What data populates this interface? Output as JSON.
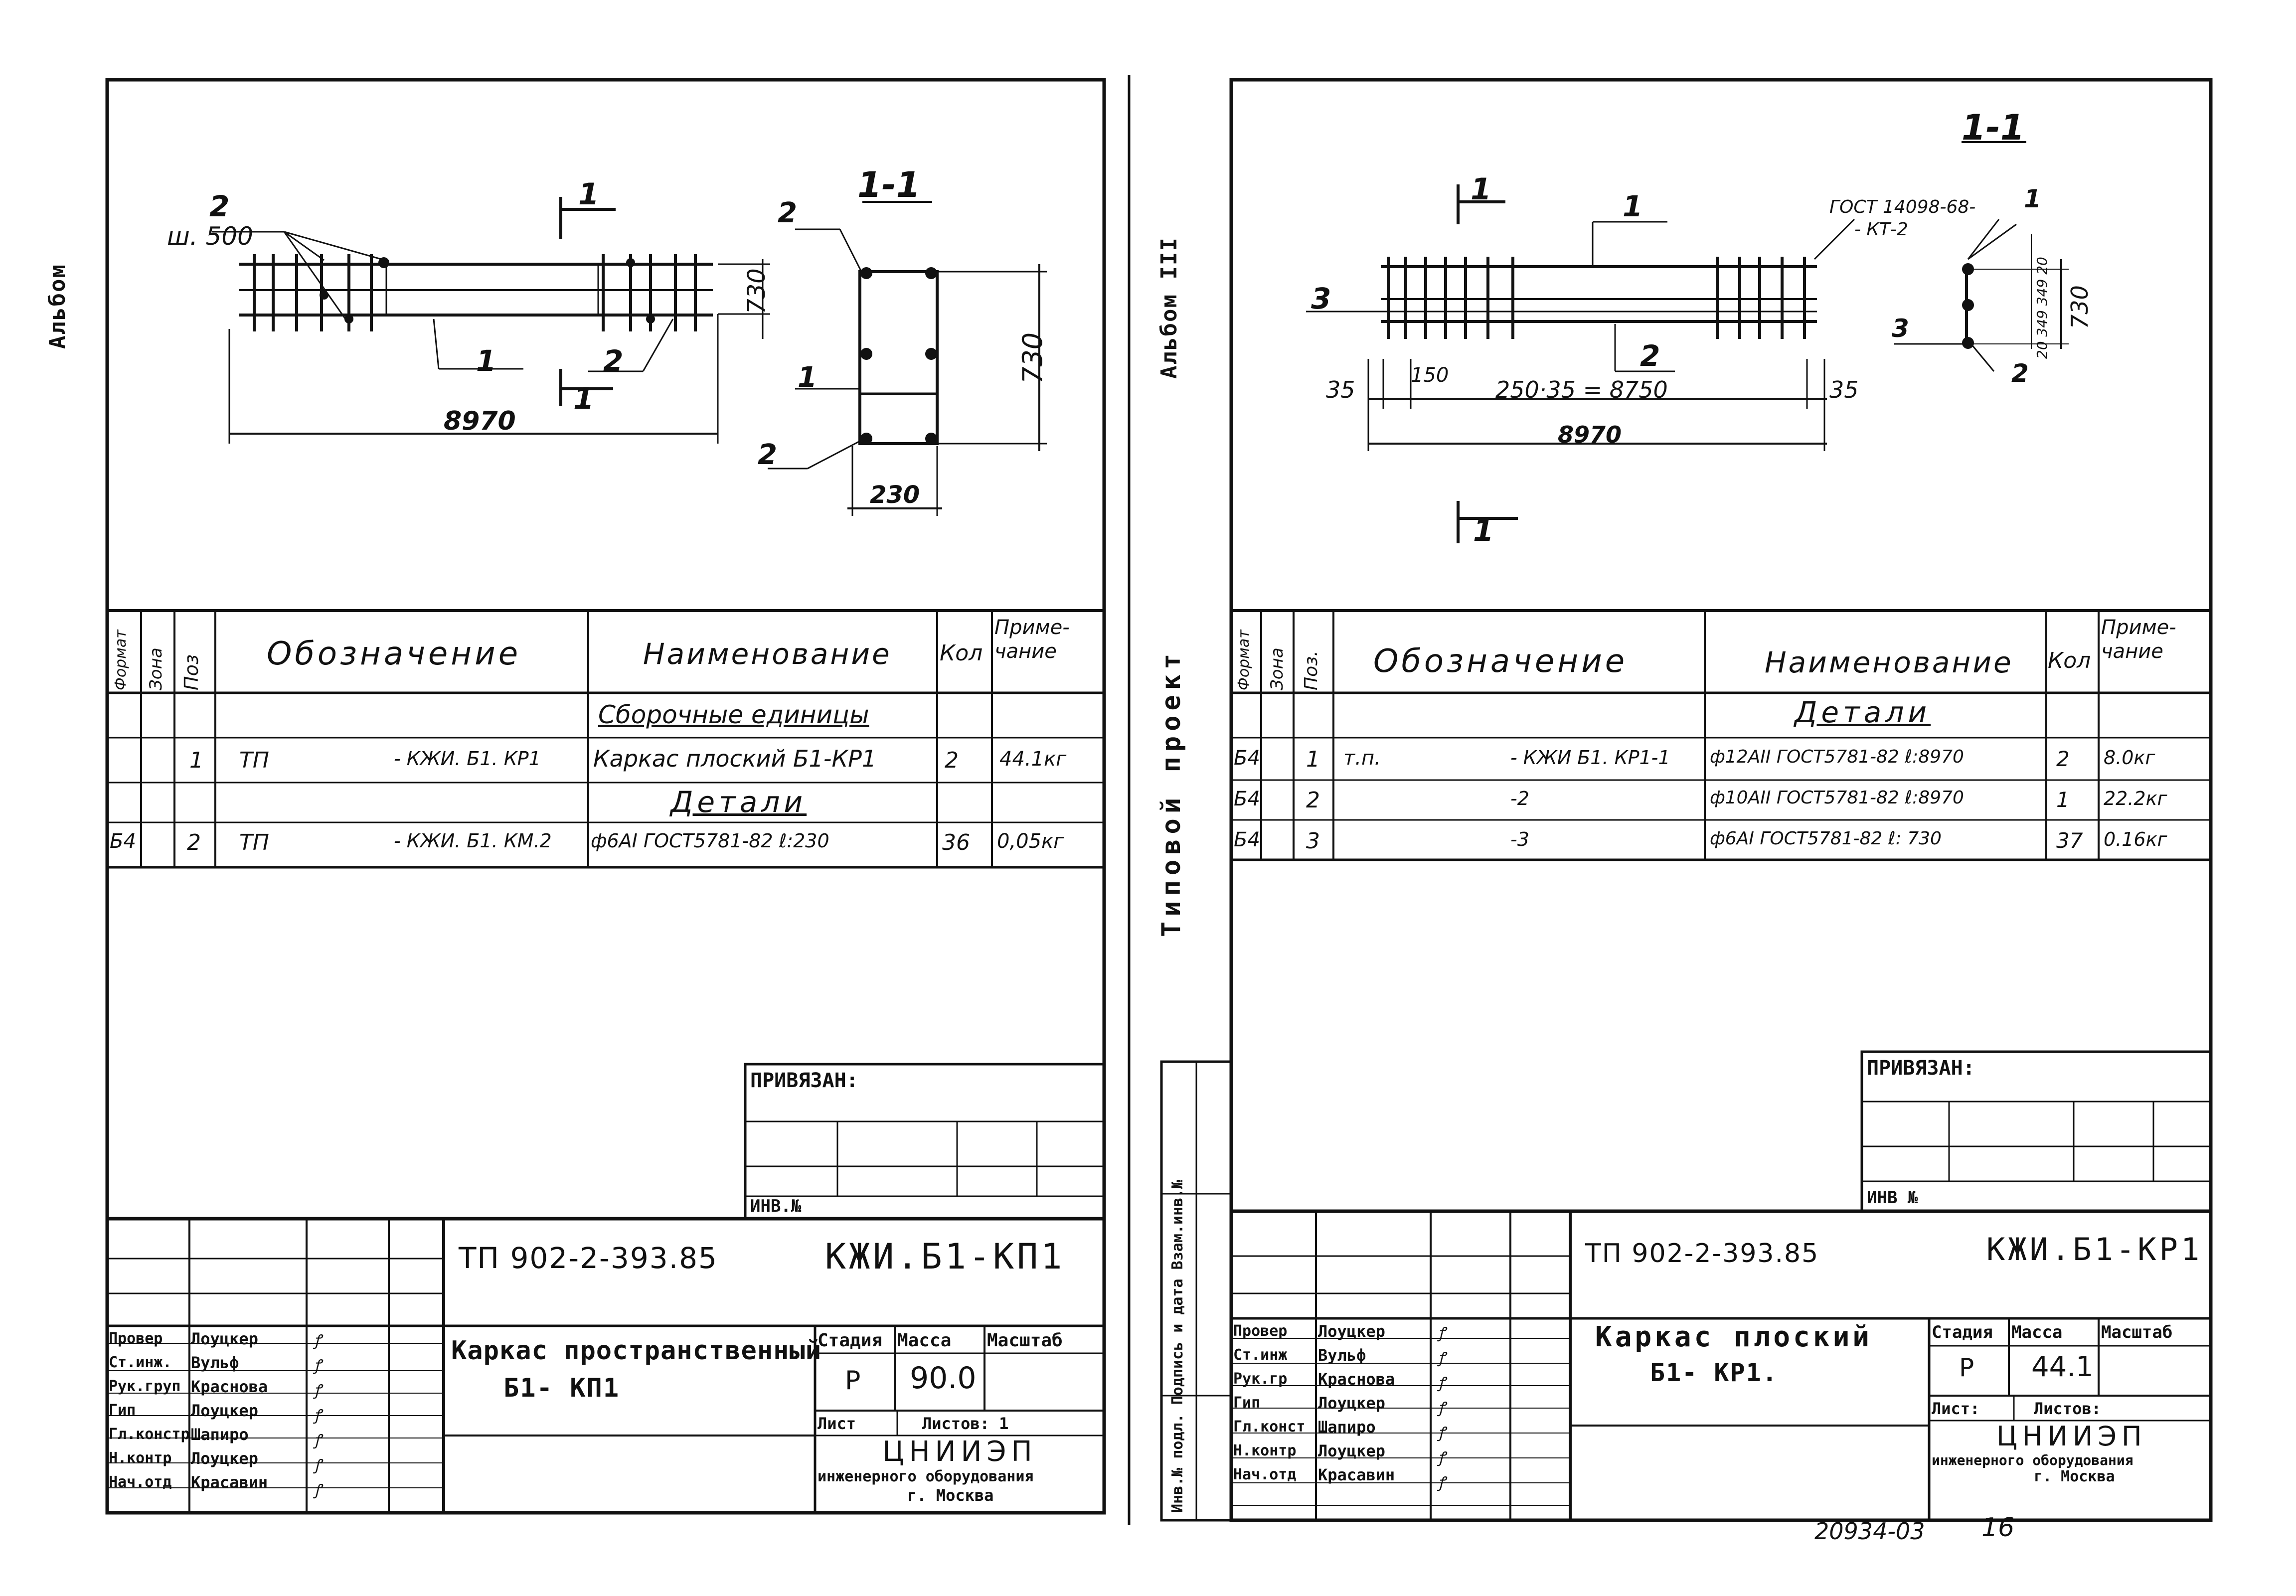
{
  "left_sheet": {
    "side_label": "Альбом",
    "drawing": {
      "section_label": "1-1",
      "cut_mark": "1",
      "callout_2": "2",
      "spacing_label": "ш. 500",
      "callout_1": "1",
      "dim_length": "8970",
      "dim_height_small": "730",
      "dim_height": "730",
      "dim_width": "230",
      "sec_callout_2a": "2",
      "sec_callout_1": "1",
      "sec_callout_2b": "2"
    },
    "spec": {
      "headers": {
        "format": "Формат",
        "zone": "Зона",
        "pos": "Поз",
        "designation": "Обозначение",
        "name": "Наименование",
        "qty": "Кол",
        "note": "Приме-чание"
      },
      "group1": "Сборочные единицы",
      "row1": {
        "pos": "1",
        "doc": "ТП",
        "designation": "- КЖИ. Б1. КР1",
        "name": "Каркас плоский Б1-КР1",
        "qty": "2",
        "note": "44.1кг"
      },
      "group2": "Детали",
      "row2": {
        "format": "Б4",
        "pos": "2",
        "doc": "ТП",
        "designation": "- КЖИ. Б1. КМ.2",
        "name": "ф6АI ГОСТ5781-82 ℓ:230",
        "qty": "36",
        "note": "0,05кг"
      }
    },
    "privyazan": "ПРИВЯЗАН:",
    "inv_no": "ИНВ.№",
    "title_block": {
      "project_code": "ТП 902-2-393.85",
      "doc_code": "КЖИ.Б1-КП1",
      "title_line1": "Каркас пространственный",
      "title_line2": "Б1- КП1",
      "stage_h": "Стадия",
      "mass_h": "Масса",
      "scale_h": "Масштаб",
      "stage": "Р",
      "mass": "90.0",
      "sheet_label": "Лист",
      "sheets_label": "Листов: 1",
      "org1": "ЦНИИЭП",
      "org2": "инженерного оборудования",
      "org3": "г. Москва",
      "roles": [
        "Провер",
        "Ст.инж.",
        "Рук.груп",
        "Гип",
        "Гл.констр",
        "Н.контр",
        "Нач.отд"
      ],
      "names": [
        "Лоуцкер",
        "Вульф",
        "Краснова",
        "Лоуцкер",
        "Шапиро",
        "Лоуцкер",
        "Красавин"
      ]
    }
  },
  "right_sheet": {
    "side_label_album": "Альбом III",
    "side_label_project": "Типовой проект",
    "stamp_text": "Инв.№ подл. Подпись и дата Взам.инв.№",
    "drawing": {
      "section_label": "1-1",
      "cut_mark": "1",
      "callout_1": "1",
      "callout_3": "3",
      "callout_2": "2",
      "gost_line1": "ГОСТ 14098-68-",
      "gost_line2": "- КТ-2",
      "dim_35a": "35",
      "dim_150": "150",
      "dim_mid": "250·35 = 8750",
      "dim_35b": "35",
      "dim_total": "8970",
      "dim_730": "730",
      "dim_inner": "20 349 349 20",
      "sec_callout_1": "1",
      "sec_callout_3": "3",
      "sec_callout_2": "2"
    },
    "spec": {
      "headers": {
        "format": "Формат",
        "zone": "Зона",
        "pos": "Поз.",
        "designation": "Обозначение",
        "name": "Наименование",
        "qty": "Кол",
        "note": "Приме-чание"
      },
      "group1": "Детали",
      "rows": [
        {
          "format": "Б4",
          "pos": "1",
          "doc": "т.п.",
          "designation": "- КЖИ Б1. КР1-1",
          "name": "ф12АII ГОСТ5781-82 ℓ:8970",
          "qty": "2",
          "note": "8.0кг"
        },
        {
          "format": "Б4",
          "pos": "2",
          "doc": "",
          "designation": "-2",
          "name": "ф10АII ГОСТ5781-82 ℓ:8970",
          "qty": "1",
          "note": "22.2кг"
        },
        {
          "format": "Б4",
          "pos": "3",
          "doc": "",
          "designation": "-3",
          "name": "ф6АI ГОСТ5781-82 ℓ: 730",
          "qty": "37",
          "note": "0.16кг"
        }
      ]
    },
    "privyazan": "ПРИВЯЗАН:",
    "inv_no": "ИНВ №",
    "title_block": {
      "project_code": "ТП 902-2-393.85",
      "doc_code": "КЖИ.Б1-КР1",
      "title_line1": "Каркас плоский",
      "title_line2": "Б1- КР1.",
      "stage_h": "Стадия",
      "mass_h": "Масса",
      "scale_h": "Масштаб",
      "stage": "Р",
      "mass": "44.1",
      "sheet_label": "Лист:",
      "sheets_label": "Листов:",
      "org1": "ЦНИИЭП",
      "org2": "инженерного оборудования",
      "org3": "г. Москва",
      "roles": [
        "Провер",
        "Ст.инж",
        "Рук.гр",
        "Гип",
        "Гл.конст",
        "Н.контр",
        "Нач.отд"
      ],
      "names": [
        "Лоуцкер",
        "Вульф",
        "Краснова",
        "Лоуцкер",
        "Шапиро",
        "Лоуцкер",
        "Красавин"
      ]
    },
    "footer_number": "20934-03",
    "page_number": "16"
  }
}
